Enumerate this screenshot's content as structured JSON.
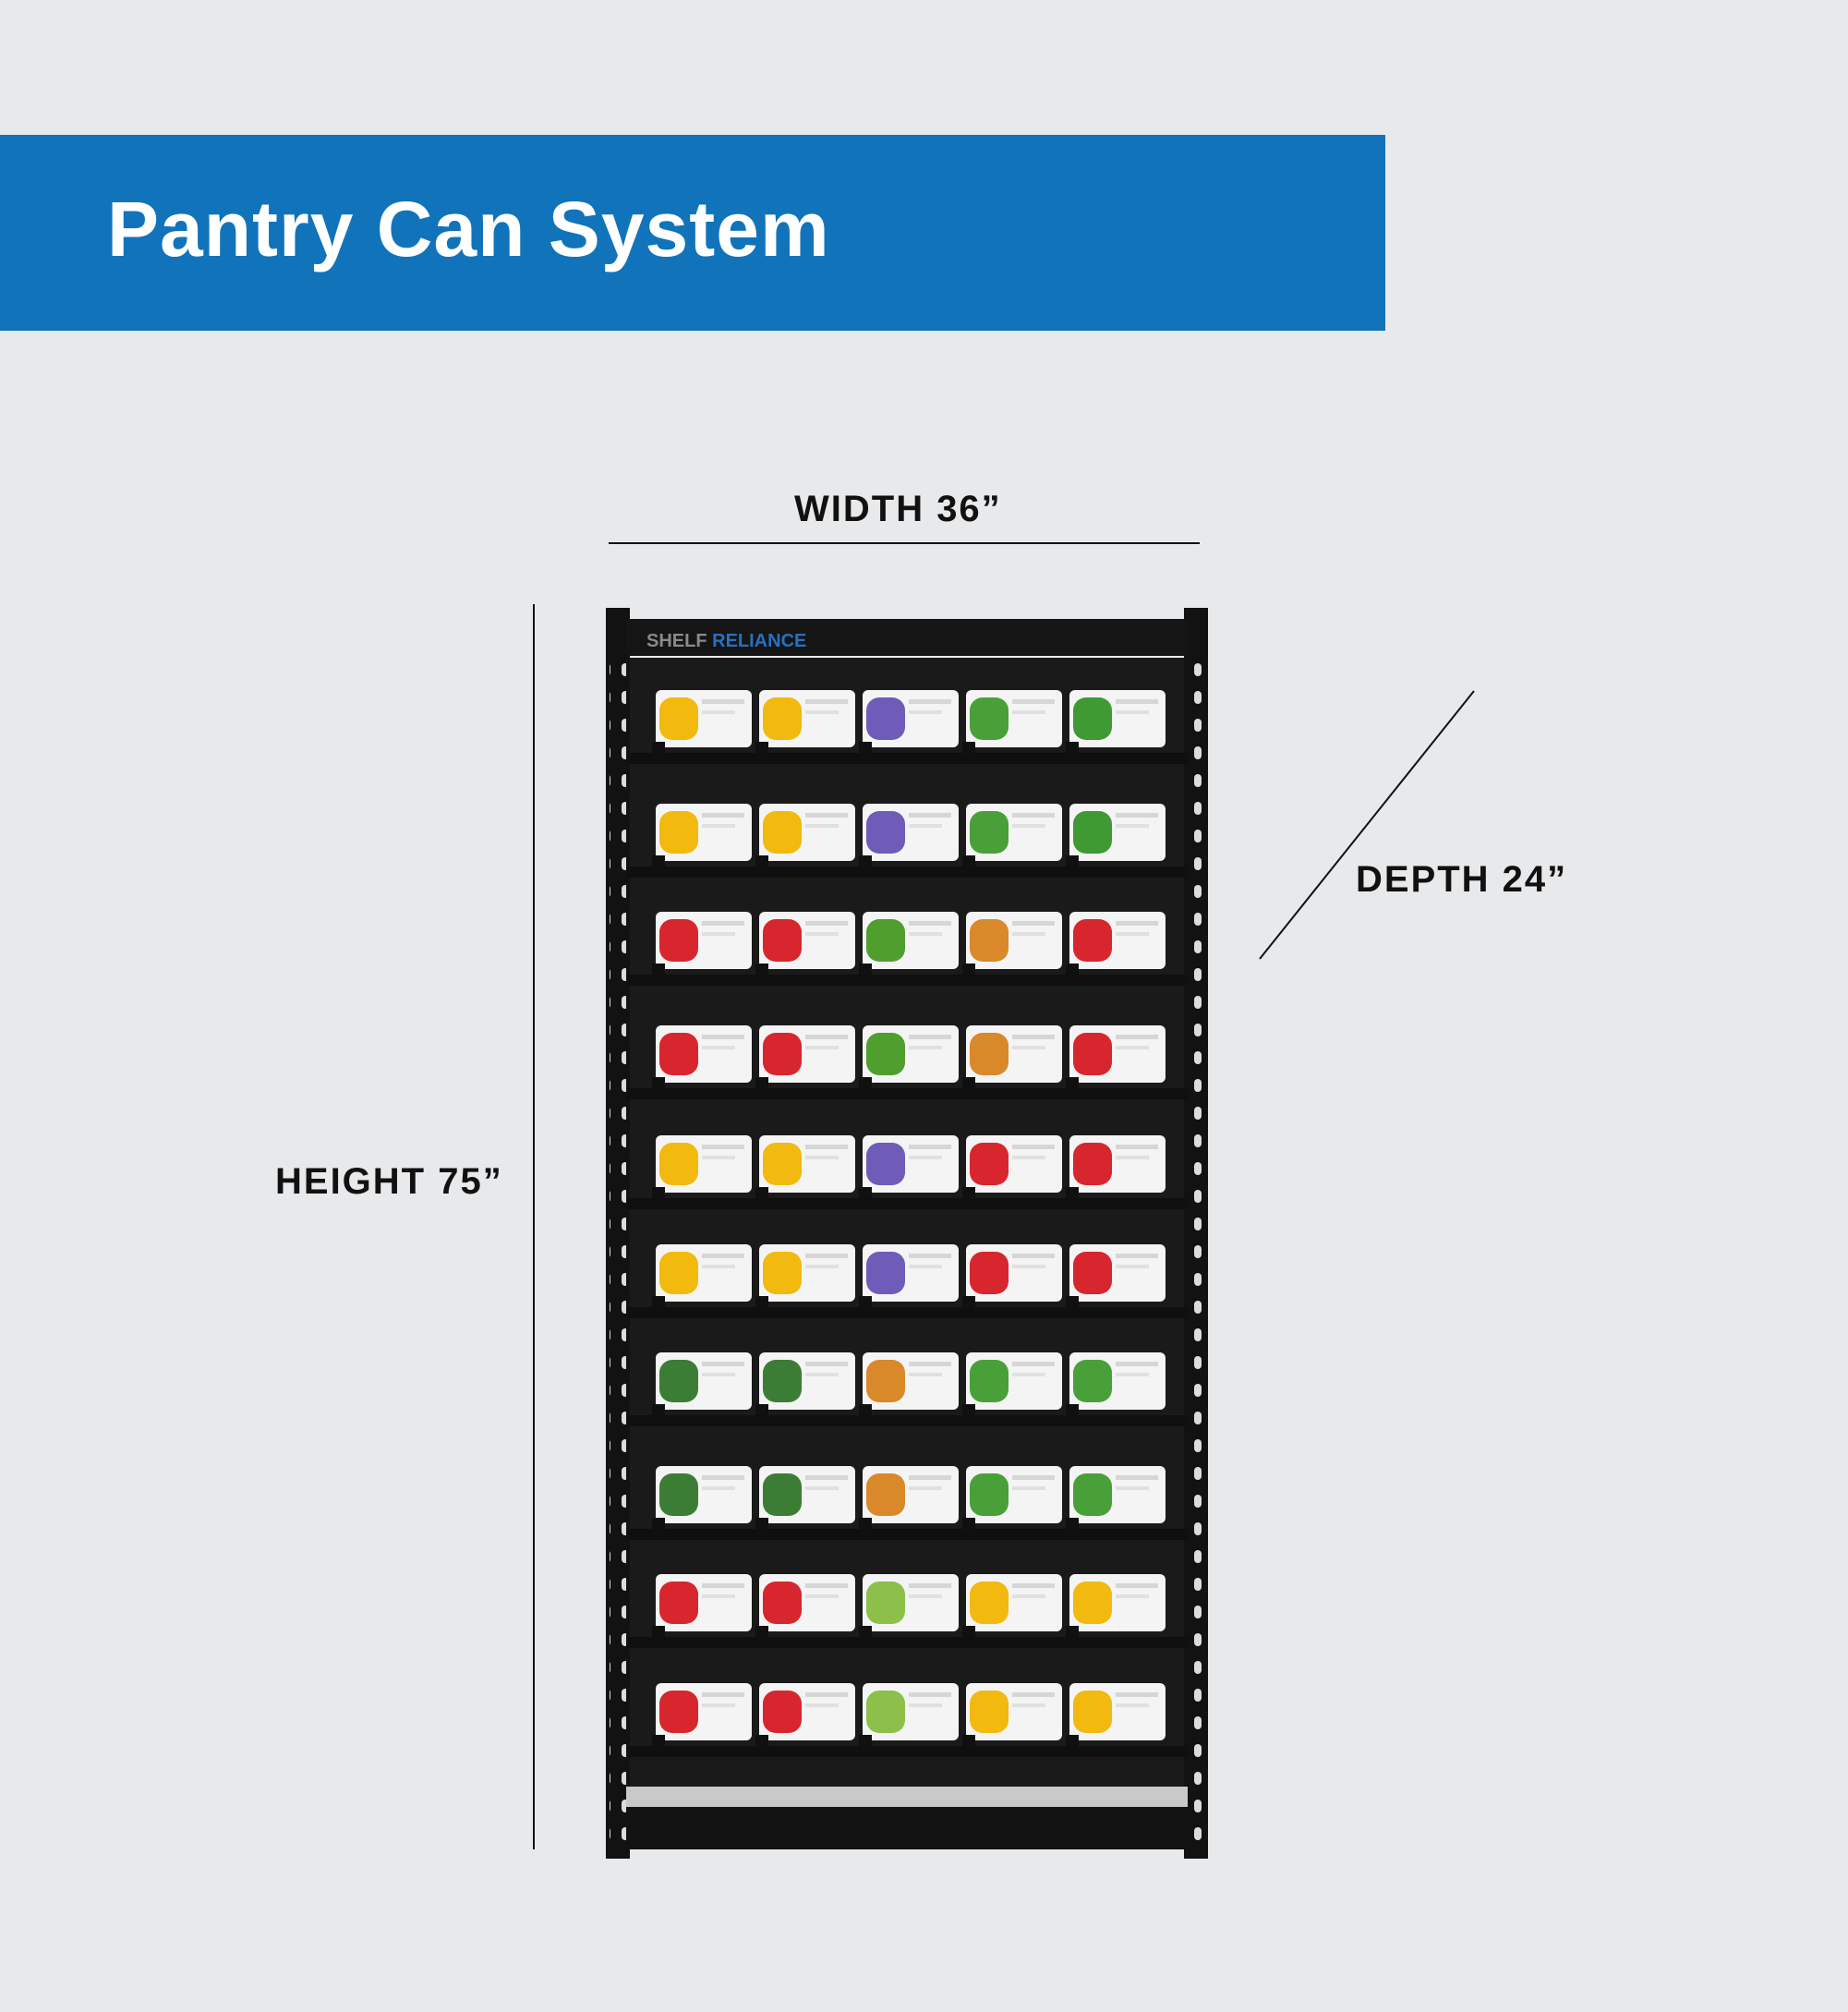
{
  "title": "Pantry Can System",
  "dimensions": {
    "width_label": "WIDTH 36”",
    "depth_label": "DEPTH 24”",
    "height_label": "HEIGHT 75”"
  },
  "brand": {
    "part1": "SHELF",
    "part2": "RELIANCE"
  },
  "colors": {
    "banner": "#1174bb",
    "background": "#e8e9eb",
    "shelf_frame": "#121212",
    "brand_accent": "#2a6fc0"
  },
  "shelf": {
    "shelf_count": 10,
    "cans_per_row": 5
  }
}
